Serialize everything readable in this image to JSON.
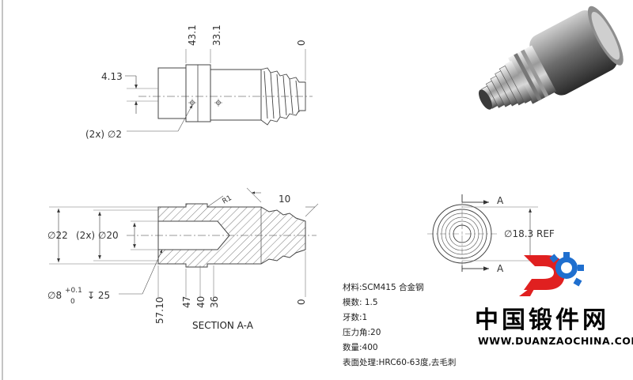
{
  "top_view": {
    "dims": {
      "d_43_1": "43.1",
      "d_33_1": "33.1",
      "d_0": "0",
      "d_4_13": "4.13",
      "holes": "(2x) ∅2"
    }
  },
  "section_view": {
    "dims": {
      "outer_dia": "∅22",
      "inner_dia": "(2x) ∅20",
      "radius": "R1",
      "pitch": "10",
      "bore_dia": "∅8",
      "bore_tol_upper": "+0.1",
      "bore_tol_lower": "0",
      "bore_depth": "↧ 25",
      "p_57_10": "57.10",
      "p_47": "47",
      "p_40": "40",
      "p_36": "36",
      "p_0": "0"
    },
    "title": "SECTION A-A"
  },
  "end_view": {
    "arrow_top": "A",
    "arrow_bottom": "A",
    "ref_dia": "∅18.3 REF"
  },
  "notes": [
    "材料:SCM415 合金钢",
    "模数: 1.5",
    "牙数:1",
    "压力角:20",
    "数量:400",
    "表面处理:HRC60-63度,去毛刺"
  ],
  "brand": {
    "name_cn": "中国锻件网",
    "url": "WWW.DUANZAOCHINA.COM",
    "colors": {
      "red": "#e02020",
      "blue": "#1f6fcf"
    }
  }
}
